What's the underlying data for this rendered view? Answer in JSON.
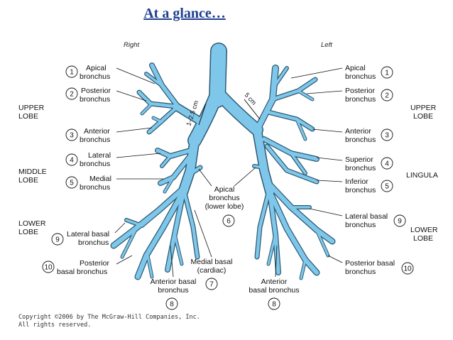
{
  "title": "At a glance…",
  "side_labels": {
    "right": "Right",
    "left": "Left"
  },
  "lobes": {
    "right_upper_1": "UPPER",
    "right_upper_2": "LOBE",
    "right_middle_1": "MIDDLE",
    "right_middle_2": "LOBE",
    "right_lower_1": "LOWER",
    "right_lower_2": "LOBE",
    "left_upper_1": "UPPER",
    "left_upper_2": "LOBE",
    "left_lingula": "LINGULA",
    "left_lower_1": "LOWER",
    "left_lower_2": "LOBE"
  },
  "measurements": {
    "trachea_to_right": "1–2.5 cm",
    "trachea_to_left": "5 cm"
  },
  "right_labels": [
    {
      "num": "1",
      "line1": "Apical",
      "line2": "bronchus"
    },
    {
      "num": "2",
      "line1": "Posterior",
      "line2": "bronchus"
    },
    {
      "num": "3",
      "line1": "Anterior",
      "line2": "bronchus"
    },
    {
      "num": "4",
      "line1": "Lateral",
      "line2": "bronchus"
    },
    {
      "num": "5",
      "line1": "Medial",
      "line2": "bronchus"
    },
    {
      "num": "9",
      "line1": "Lateral basal",
      "line2": "bronchus"
    },
    {
      "num": "10",
      "line1": "Posterior",
      "line2": "basal bronchus"
    }
  ],
  "left_labels": [
    {
      "num": "1",
      "line1": "Apical",
      "line2": "bronchus"
    },
    {
      "num": "2",
      "line1": "Posterior",
      "line2": "bronchus"
    },
    {
      "num": "3",
      "line1": "Anterior",
      "line2": "bronchus"
    },
    {
      "num": "4",
      "line1": "Superior",
      "line2": "bronchus"
    },
    {
      "num": "5",
      "line1": "Inferior",
      "line2": "bronchus"
    },
    {
      "num": "9",
      "line1": "Lateral basal",
      "line2": "bronchus"
    },
    {
      "num": "10",
      "line1": "Posterior basal",
      "line2": "bronchus"
    }
  ],
  "bottom_labels": {
    "apical_lower": {
      "num": "6",
      "line1": "Apical",
      "line2": "bronchus",
      "line3": "(lower lobe)"
    },
    "anterior_basal_right": {
      "num": "8",
      "line1": "Anterior basal",
      "line2": "bronchus"
    },
    "medial_basal": {
      "num": "7",
      "line1": "Medial basal",
      "line2": "(cardiac)"
    },
    "anterior_basal_left": {
      "num": "8",
      "line1": "Anterior",
      "line2": "basal bronchus"
    }
  },
  "copyright": {
    "line1": "Copyright ©2006 by The McGraw-Hill Companies, Inc.",
    "line2": "All rights reserved."
  },
  "colors": {
    "airway": "#7fc7ea",
    "airway_outline": "#2c5a72",
    "title": "#1f3f8f"
  }
}
